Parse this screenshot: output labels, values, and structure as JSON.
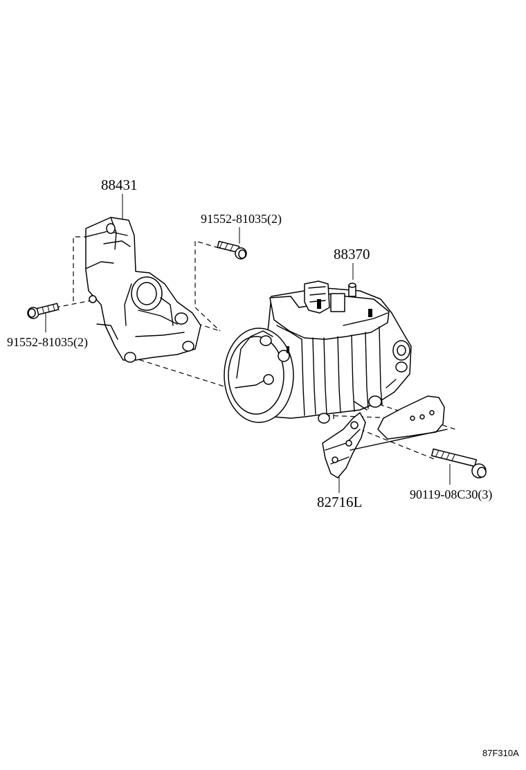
{
  "parts": {
    "bracket_upper": {
      "number": "88431"
    },
    "bolt_upper_right": {
      "number": "91552-81035(2)"
    },
    "bolt_upper_left": {
      "number": "91552-81035(2)"
    },
    "compressor": {
      "number": "88370"
    },
    "bracket_lower": {
      "number": "82716L"
    },
    "bolt_lower": {
      "number": "90119-08C30(3)"
    }
  },
  "figure_code": "87F310A"
}
